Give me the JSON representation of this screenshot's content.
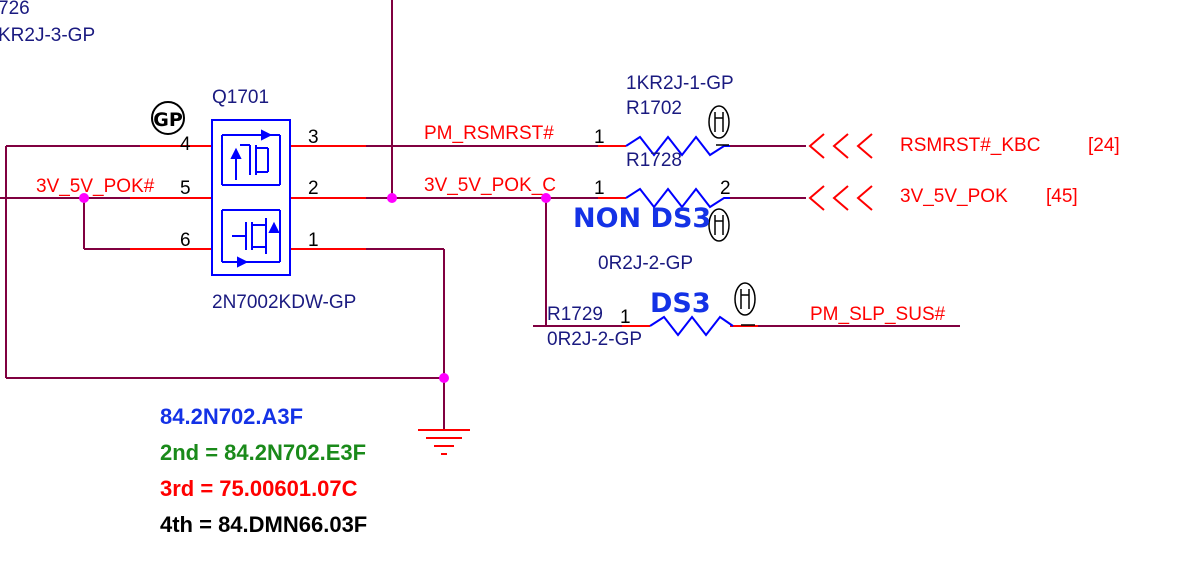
{
  "top_left": {
    "ref_fragment": "726",
    "value_fragment": "KR2J-3-GP"
  },
  "q1701": {
    "ref": "Q1701",
    "part": "2N7002KDW-GP",
    "pins": {
      "p1": "1",
      "p2": "2",
      "p3": "3",
      "p4": "4",
      "p5": "5",
      "p6": "6"
    },
    "gp_mark": "GP"
  },
  "r1702": {
    "value": "1KR2J-1-GP",
    "ref": "R1702",
    "pin1": "1"
  },
  "r1728": {
    "ref": "R1728",
    "value": "0R2J-2-GP",
    "pin1": "1",
    "pin2": "2"
  },
  "r1729": {
    "ref": "R1729",
    "value": "0R2J-2-GP",
    "pin1": "1"
  },
  "nets": {
    "pm_rsmrst": "PM_RSMRST#",
    "pok_c": "3V_5V_POK_C",
    "pok_in": "3V_5V_POK#",
    "pm_slp_sus": "PM_SLP_SUS#"
  },
  "offpage": {
    "rsmrst_kbc": {
      "name": "RSMRST#_KBC",
      "ref": "[24]"
    },
    "pok": {
      "name": "3V_5V_POK",
      "ref": "[45]"
    }
  },
  "options": {
    "non_ds3": "NON DS3",
    "ds3": "DS3"
  },
  "bom": {
    "primary": "84.2N702.A3F",
    "second": "2nd = 84.2N702.E3F",
    "third": "3rd = 75.00601.07C",
    "fourth": "4th = 84.DMN66.03F"
  },
  "colors": {
    "wire": "#800040",
    "pin_line": "#ff0000",
    "symbol": "#0000ff",
    "junction": "#ff00ff",
    "net_label": "#ff0000",
    "ref_text": "#1a1a80",
    "bom_primary": "#1432e6",
    "bom_second": "#1a8a1a",
    "bom_third": "#ff0000",
    "bom_fourth": "#000000"
  }
}
